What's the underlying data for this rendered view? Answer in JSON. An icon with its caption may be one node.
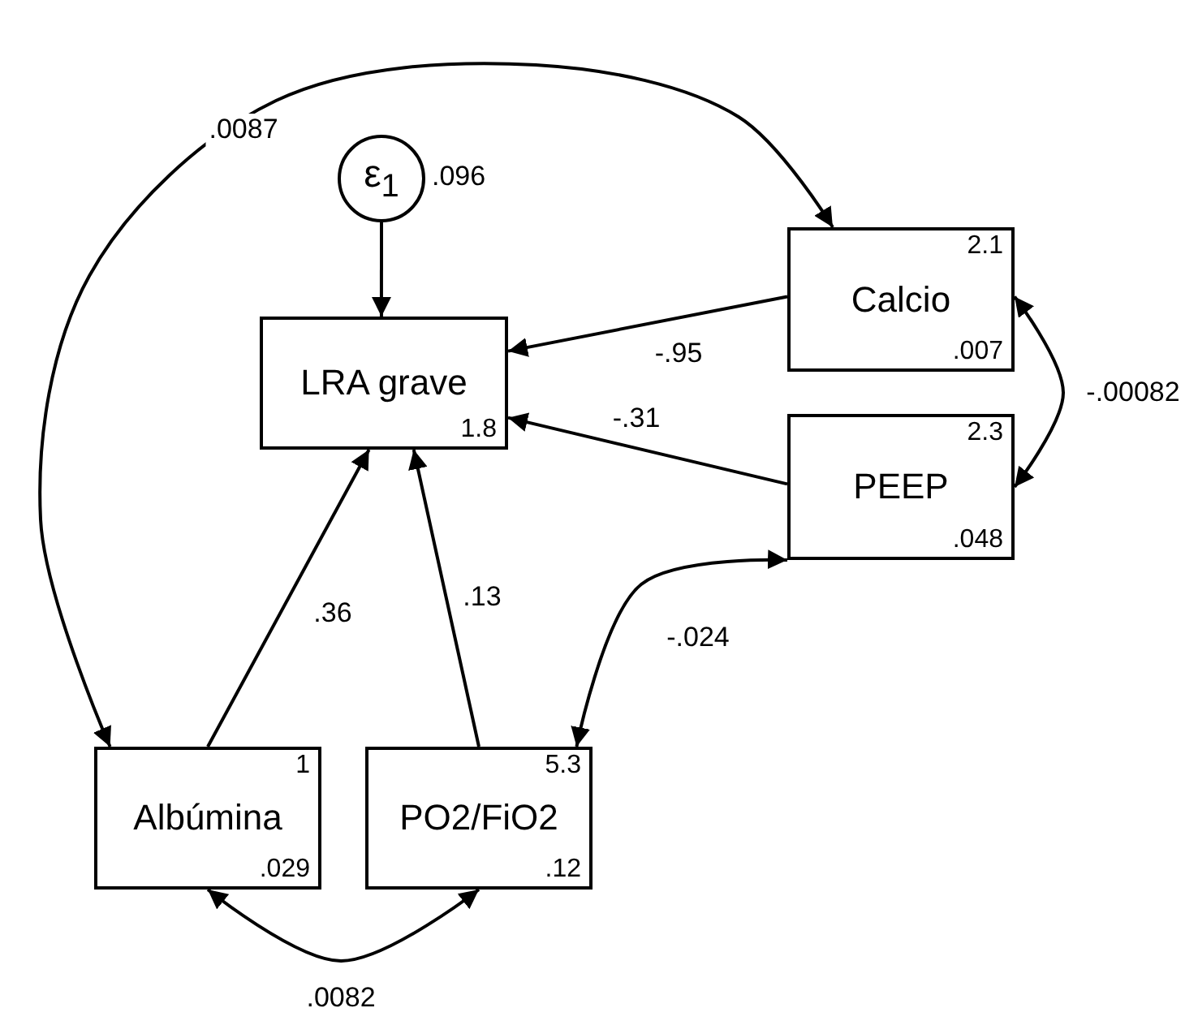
{
  "diagram": {
    "nodes": [
      {
        "text": [
          "ε$_{1}$"
        ],
        "beside": [
          ".096"
        ]
      },
      {
        "text": [
          "LRA grave",
          "1.8"
        ]
      },
      {
        "text": [
          "2.1",
          "Calcio",
          ".007"
        ]
      },
      {
        "text": [
          "2.3",
          "PEEP",
          ".048"
        ]
      },
      {
        "text": [
          "1",
          "Albúmina",
          ".029"
        ]
      },
      {
        "text": [
          "5.3",
          "PO2/FiO2",
          ".12"
        ]
      }
    ],
    "edges": [
      {
        "from": 0,
        "to": 1,
        "arrow": "to"
      },
      {
        "from": 2,
        "to": 1,
        "arrow": "to",
        "label": "-.95"
      },
      {
        "from": 3,
        "to": 1,
        "arrow": "to",
        "label": "-.31"
      },
      {
        "from": 4,
        "to": 1,
        "arrow": "to",
        "label": ".36"
      },
      {
        "from": 5,
        "to": 1,
        "arrow": "to",
        "label": ".13"
      },
      {
        "from": 4,
        "to": 2,
        "arrow": "both",
        "label": ".0087"
      },
      {
        "from": 2,
        "to": 3,
        "arrow": "both",
        "label": "-.00082"
      },
      {
        "from": 3,
        "to": 5,
        "arrow": "both",
        "label": "-.024"
      },
      {
        "from": 4,
        "to": 5,
        "arrow": "both",
        "label": ".0082"
      }
    ]
  }
}
